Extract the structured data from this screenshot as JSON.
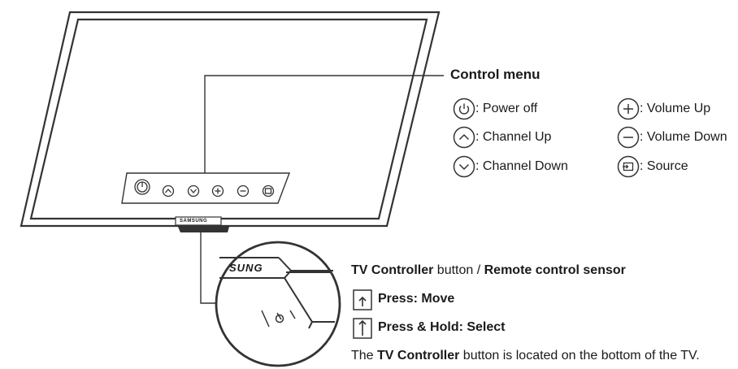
{
  "control_menu": {
    "title": "Control menu",
    "items": [
      {
        "icon": "power-icon",
        "label": ": Power off"
      },
      {
        "icon": "channel-up-icon",
        "label": ": Channel Up"
      },
      {
        "icon": "channel-down-icon",
        "label": ": Channel Down"
      },
      {
        "icon": "volume-up-icon",
        "label": ": Volume Up"
      },
      {
        "icon": "volume-down-icon",
        "label": ": Volume Down"
      },
      {
        "icon": "source-icon",
        "label": ": Source"
      }
    ]
  },
  "tv": {
    "brand": "SAMSUNG",
    "closeup_brand": "SUNG"
  },
  "controller": {
    "heading_part1": "TV Controller",
    "heading_part2": " button / ",
    "heading_part3": "Remote control sensor",
    "press_move": "Press: Move",
    "press_hold": "Press & Hold: Select",
    "note_part1": "The ",
    "note_part2": "TV Controller",
    "note_part3": " button is located on the bottom of the TV."
  }
}
